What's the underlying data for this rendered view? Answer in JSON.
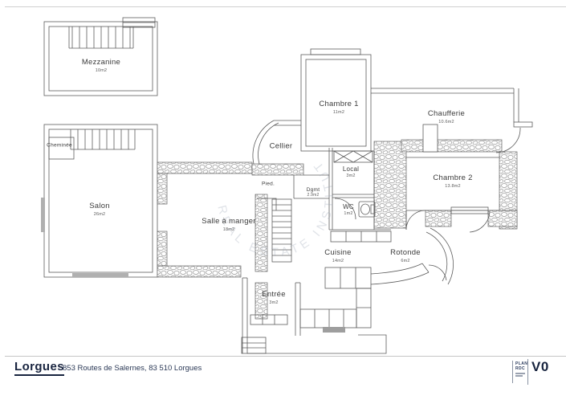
{
  "footer": {
    "city": "Lorgues",
    "address": "853 Routes de Salernes, 83 510 Lorgues",
    "plan_code_line1": "PLAN",
    "plan_code_line2": "RDC",
    "version": "V0"
  },
  "watermark": {
    "text": "REAL ESTATE INSTITUT"
  },
  "rooms": {
    "mezzanine": {
      "label": "Mezzanine",
      "area": "10m2"
    },
    "cheminee": {
      "label": "Cheminée"
    },
    "salon": {
      "label": "Salon",
      "area": "26m2"
    },
    "salle_a_manger": {
      "label": "Salle à manger",
      "area": "18m2"
    },
    "cellier": {
      "label": "Cellier"
    },
    "pied": {
      "label": "Pied."
    },
    "dgmt": {
      "label": "Dgmt",
      "area": "2.9m2"
    },
    "chambre1": {
      "label": "Chambre 1",
      "area": "11m2"
    },
    "chaufferie": {
      "label": "Chaufferie",
      "area": "10.6m2"
    },
    "local": {
      "label": "Local",
      "area": "3m2"
    },
    "wc": {
      "label": "WC",
      "area": "1m2"
    },
    "chambre2": {
      "label": "Chambre 2",
      "area": "13.8m2"
    },
    "cuisine": {
      "label": "Cuisine",
      "area": "14m2"
    },
    "rotonde": {
      "label": "Rotonde",
      "area": "6m2"
    },
    "entree": {
      "label": "Entrée",
      "area": "3m2"
    }
  }
}
